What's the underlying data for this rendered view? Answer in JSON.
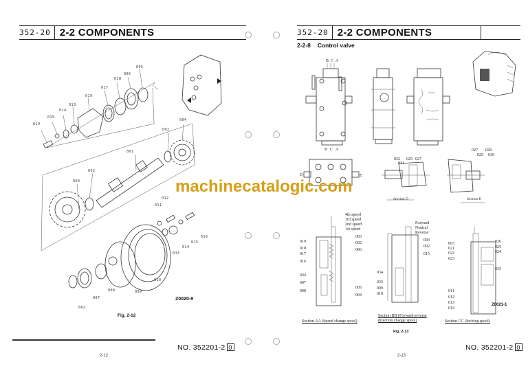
{
  "left_page": {
    "header": {
      "code": "352-20",
      "title": "2-2 COMPONENTS"
    },
    "figure": {
      "caption": "Fig. 2-12",
      "ref_code": "Z0020-9",
      "callouts": [
        "001",
        "002",
        "003",
        "004",
        "005",
        "006",
        "007",
        "008",
        "009",
        "010",
        "011",
        "012",
        "013",
        "014",
        "015",
        "016",
        "017",
        "018",
        "019",
        "002",
        "005",
        "013",
        "014",
        "015",
        "016"
      ]
    },
    "footer": {
      "doc_no": "NO. 352201-2",
      "revision": "0",
      "page_num": "2-12"
    }
  },
  "right_page": {
    "header": {
      "code": "352-20",
      "title": "2-2 COMPONENTS"
    },
    "subheading": {
      "number": "2-2-8",
      "title": "Control valve"
    },
    "views": {
      "top_labels": [
        "B",
        "C",
        "A"
      ],
      "bottom_labels": [
        "B",
        "C",
        "A"
      ],
      "side_labels": [
        "D",
        "E"
      ]
    },
    "section_d": {
      "caption": "Section D",
      "callouts": [
        "032",
        "031",
        "029",
        "027"
      ]
    },
    "section_e": {
      "caption": "Section E",
      "callouts": [
        "027",
        "029",
        "028",
        "030"
      ]
    },
    "section_aa": {
      "caption": "Section AA (Speed change spool)",
      "positions": [
        "4th speed",
        "3rd speed",
        "2nd speed",
        "1st speed"
      ],
      "callouts_left": [
        "019",
        "018",
        "017",
        "016",
        "034",
        "007",
        "008"
      ],
      "callouts_right": [
        "003",
        "002",
        "006",
        "005",
        "004"
      ]
    },
    "section_bb": {
      "caption_line1": "Section BB (Forward-reverse",
      "caption_line2": "direction change spool)",
      "positions": [
        "Forward",
        "Neutral",
        "Reverse"
      ],
      "callouts_left": [
        "034",
        "033",
        "009",
        "010"
      ],
      "callouts_right": [
        "003",
        "002",
        "015"
      ]
    },
    "section_cc": {
      "caption": "Section CC (Inching spool)",
      "ref_code": "Z0021-1",
      "callouts_left": [
        "003",
        "021",
        "022",
        "023",
        "011",
        "012",
        "013",
        "014"
      ],
      "callouts_right": [
        "026",
        "025",
        "024",
        "035"
      ]
    },
    "figure_caption": "Fig. 2-13",
    "footer": {
      "doc_no": "NO. 352201-2",
      "revision": "0",
      "page_num": "2-13"
    }
  },
  "watermark": {
    "text": "machinecatalogic.com",
    "color": "#d4a017"
  }
}
